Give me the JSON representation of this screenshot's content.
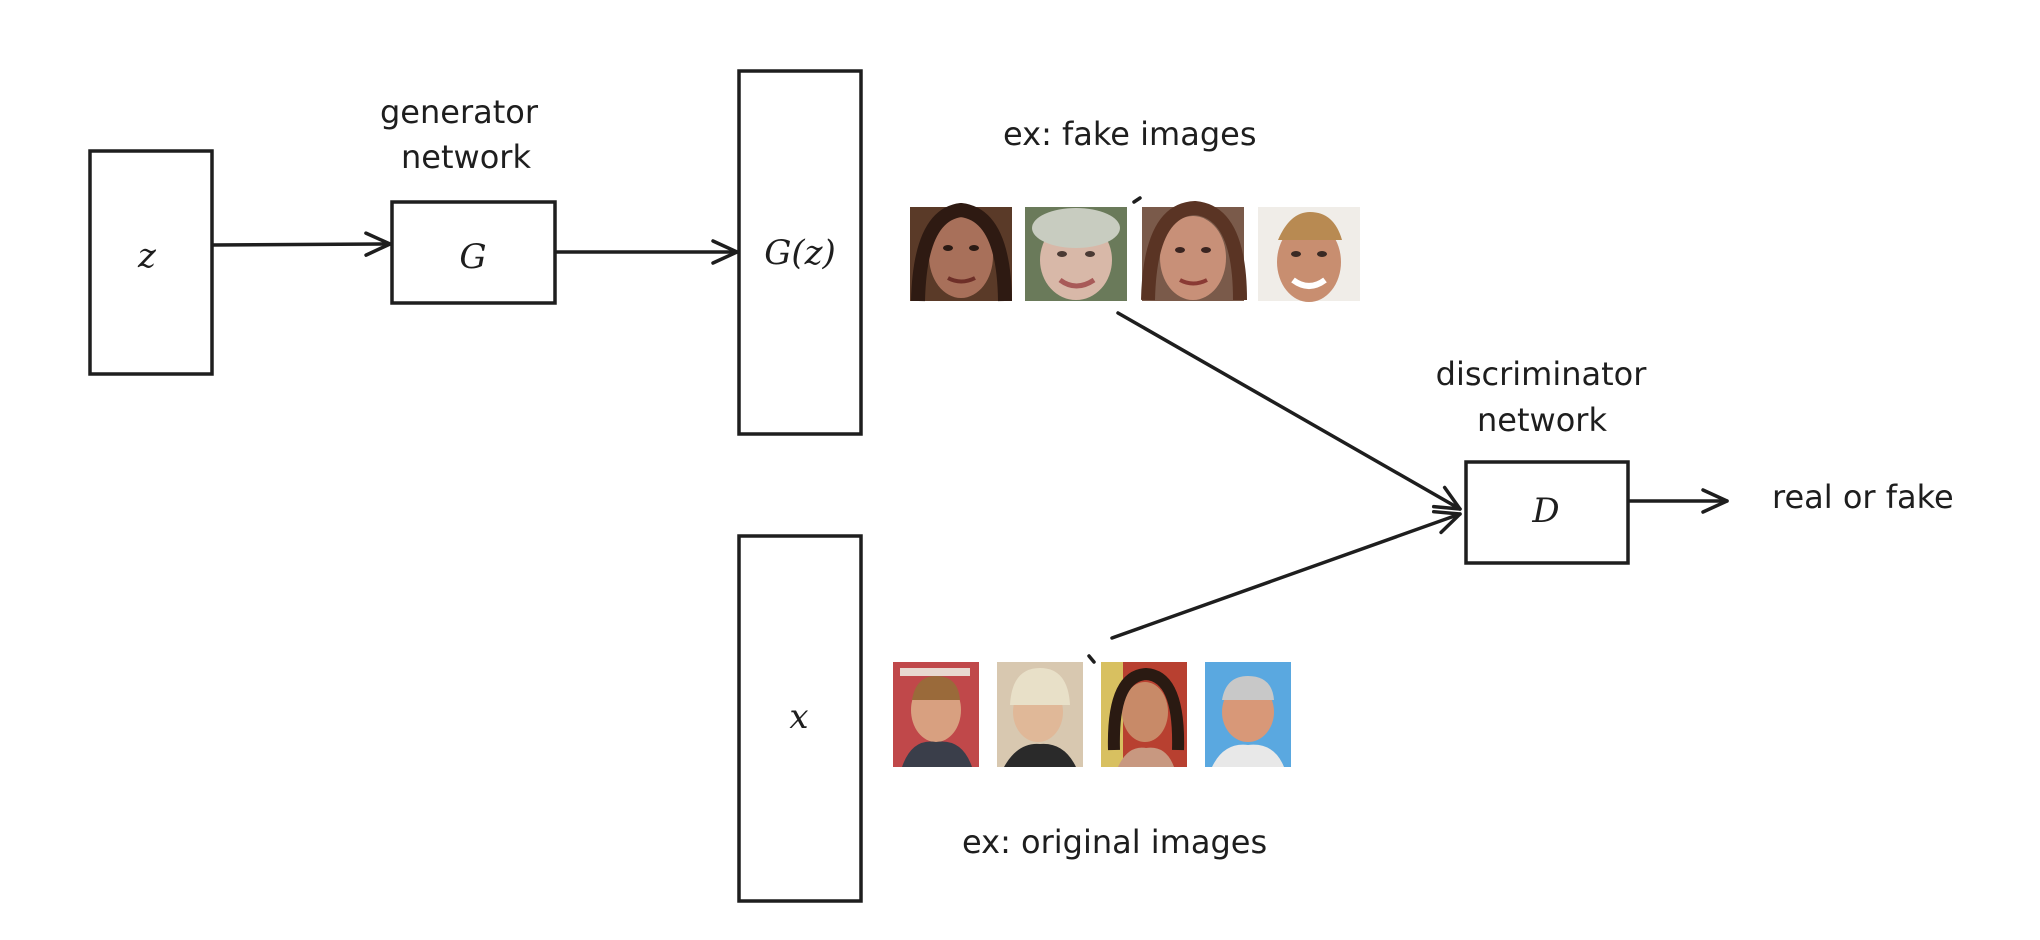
{
  "nodes": {
    "z": "z",
    "g": "G",
    "gz": "G(z)",
    "x": "x",
    "d": "D"
  },
  "labels": {
    "generator_line1": "generator",
    "generator_line2": "network",
    "discriminator_line1": "discriminator",
    "discriminator_line2": "network",
    "fake_caption": "ex: fake images",
    "original_caption": "ex: original images",
    "output": "real or fake"
  },
  "images": {
    "fake": [
      "fake-face-1",
      "fake-face-2",
      "fake-face-3",
      "fake-face-4"
    ],
    "original": [
      "real-face-1",
      "real-face-2",
      "real-face-3",
      "real-face-4"
    ]
  },
  "colors": {
    "stroke": "#1e1e1e"
  }
}
